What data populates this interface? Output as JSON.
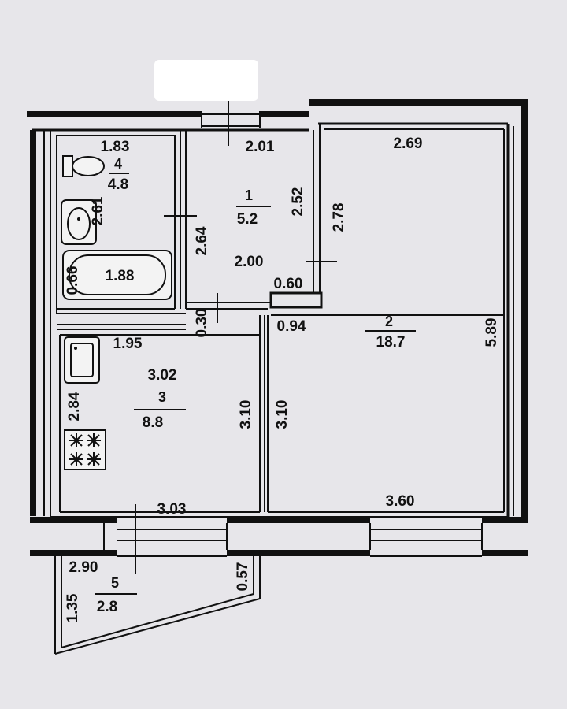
{
  "rooms": [
    {
      "number": "1",
      "area": "5.2"
    },
    {
      "number": "2",
      "area": "18.7"
    },
    {
      "number": "3",
      "area": "8.8"
    },
    {
      "number": "4",
      "area": "4.8"
    },
    {
      "number": "5",
      "area": "2.8"
    }
  ],
  "dimensions": {
    "bath_top": "1.83",
    "hall_top": "2.01",
    "living_top": "2.69",
    "bath_side": "2.61",
    "hall_left": "2.64",
    "hall_right": "2.52",
    "living_left": "2.78",
    "bath_tub": "1.88",
    "tub_depth": "0.66",
    "hall_width": "2.00",
    "closet_width": "0.60",
    "wall_gap": "0.30",
    "opening": "0.94",
    "kitchen_upper": "1.95",
    "kitchen_width": "3.02",
    "kitchen_side": "2.84",
    "kitchen_right": "3.10",
    "living_inner": "3.10",
    "living_height": "5.89",
    "kitchen_bottom": "3.03",
    "living_bottom": "3.60",
    "balcony_top": "2.90",
    "balcony_left": "1.35",
    "balcony_right": "0.57"
  }
}
